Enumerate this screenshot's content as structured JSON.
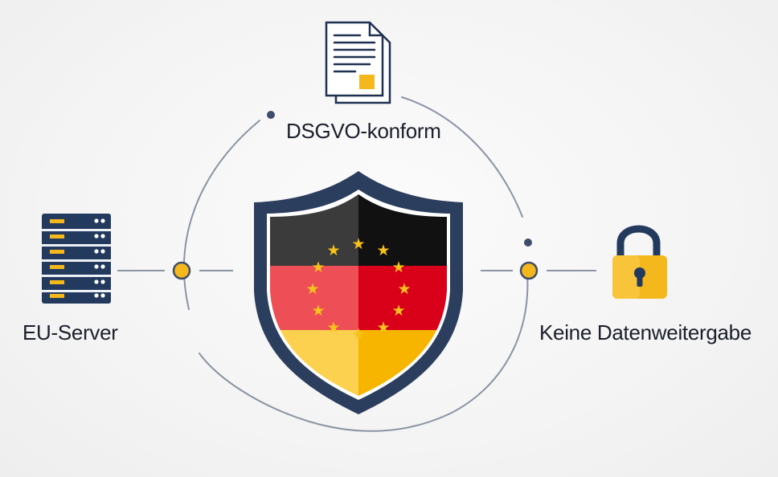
{
  "labels": {
    "top": "DSGVO-konform",
    "left": "EU-Server",
    "right": "Keine Datenweitergabe"
  },
  "icons": {
    "center": "eu-germany-shield-icon",
    "top": "document-icon",
    "left": "server-rack-icon",
    "right": "padlock-icon"
  },
  "colors": {
    "navy": "#2c3e5e",
    "ring": "#8a94a3",
    "gold": "#f5b81c",
    "flag_black": "#1e1e1e",
    "flag_red": "#d9001a",
    "flag_gold": "#f7b500"
  }
}
